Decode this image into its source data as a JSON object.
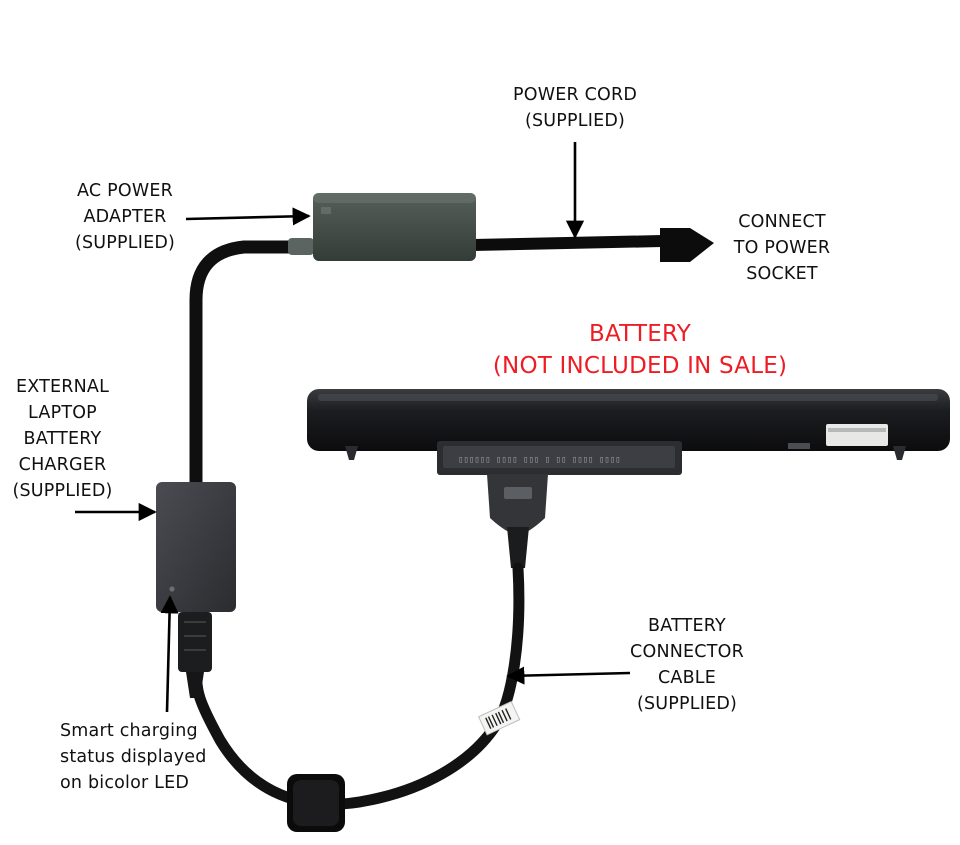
{
  "labels": {
    "power_cord": [
      "POWER CORD",
      "(SUPPLIED)"
    ],
    "ac_adapter": [
      "AC POWER",
      "ADAPTER",
      "(SUPPLIED)"
    ],
    "connect": [
      "CONNECT",
      "TO POWER",
      "SOCKET"
    ],
    "battery": [
      "BATTERY",
      "(NOT INCLUDED IN SALE)"
    ],
    "charger": [
      "EXTERNAL",
      "LAPTOP",
      "BATTERY",
      "CHARGER",
      "(SUPPLIED)"
    ],
    "connector_cable": [
      "BATTERY",
      "CONNECTOR",
      "CABLE",
      "(SUPPLIED)"
    ],
    "led": [
      "Smart charging",
      "status displayed",
      "on bicolor LED"
    ]
  },
  "colors": {
    "label_text": "#111111",
    "battery_label": "#ee1c25",
    "adapter_body": "#3f4842",
    "charger_body": "#35373c",
    "battery_body": "#1b1c1e",
    "cable": "#111111"
  }
}
